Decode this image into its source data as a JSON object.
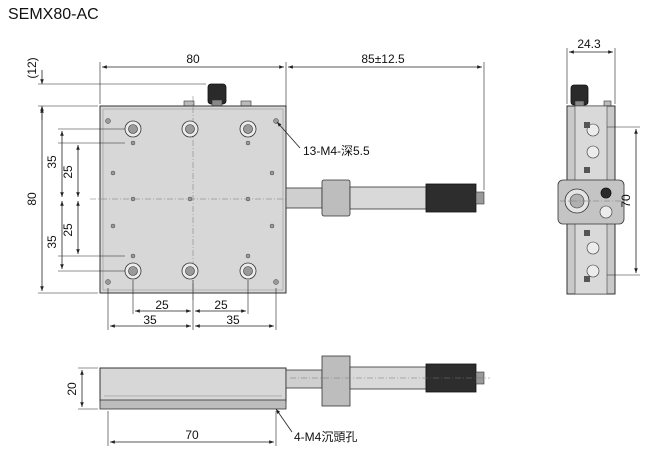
{
  "title": "SEMX80-AC",
  "dims": {
    "top_width": "80",
    "micrometer_travel": "85±12.5",
    "side_width": "24.3",
    "twelve": "(12)",
    "height_80": "80",
    "v35_top": "35",
    "v25_top": "25",
    "v25_bottom": "25",
    "v35_bottom": "35",
    "h25_left": "25",
    "h25_right": "25",
    "h35_left": "35",
    "h35_right": "35",
    "side_70": "70",
    "front_20": "20",
    "front_70": "70"
  },
  "notes": {
    "tapped_holes": "13-M4-深5.5",
    "counterbore": "4-M4沉頭孔"
  }
}
